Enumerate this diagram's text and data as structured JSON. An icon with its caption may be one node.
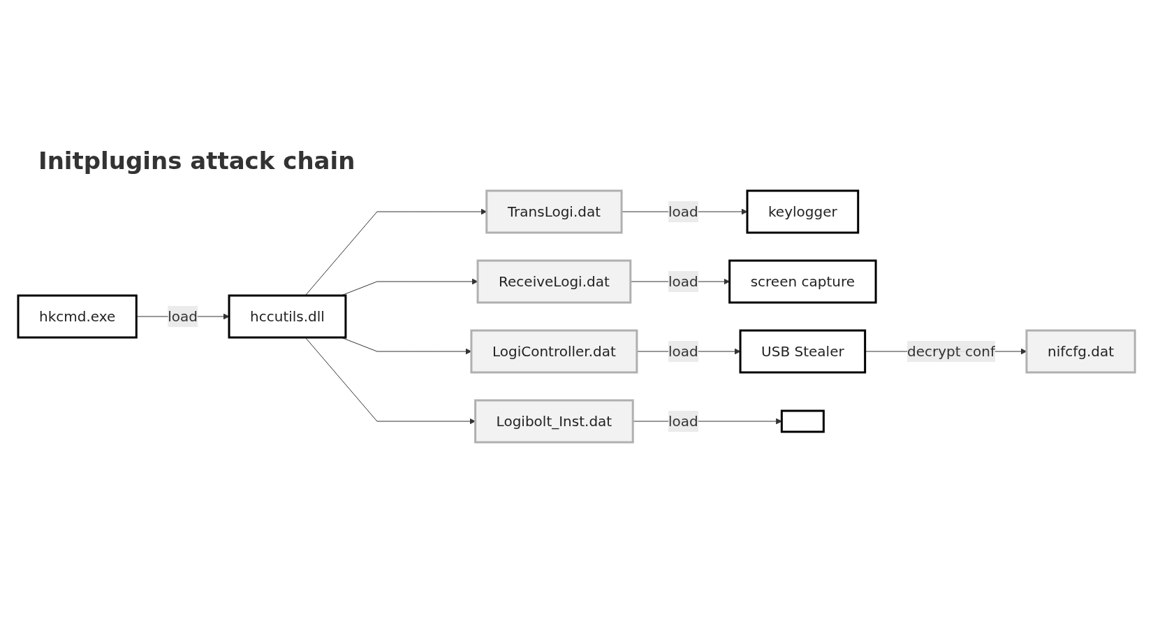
{
  "diagram": {
    "title": "Initplugins attack chain",
    "nodes": [
      {
        "text": [
          "hkcmd.exe"
        ]
      },
      {
        "text": [
          "hccutils.dll"
        ]
      },
      {
        "text": [
          "TransLogi.dat"
        ]
      },
      {
        "text": [
          "keylogger"
        ]
      },
      {
        "text": [
          "ReceiveLogi.dat"
        ]
      },
      {
        "text": [
          "screen capture"
        ]
      },
      {
        "text": [
          "LogiController.dat"
        ]
      },
      {
        "text": [
          "USB Stealer"
        ]
      },
      {
        "text": [
          "nifcfg.dat"
        ]
      },
      {
        "text": [
          "Logibolt_Inst.dat"
        ]
      },
      {
        "text": [],
        "shape": "box"
      }
    ],
    "edges": [
      {
        "from": 0,
        "to": 1,
        "label": "load",
        "arrow": "to"
      },
      {
        "from": 1,
        "to": 2,
        "arrow": "to"
      },
      {
        "from": 1,
        "to": 4,
        "arrow": "to"
      },
      {
        "from": 1,
        "to": 6,
        "arrow": "to"
      },
      {
        "from": 1,
        "to": 9,
        "arrow": "to"
      },
      {
        "from": 2,
        "to": 3,
        "label": "load",
        "arrow": "to"
      },
      {
        "from": 4,
        "to": 5,
        "label": "load",
        "arrow": "to"
      },
      {
        "from": 6,
        "to": 7,
        "label": "load",
        "arrow": "to"
      },
      {
        "from": 7,
        "to": 8,
        "label": "decrypt conf",
        "arrow": "to"
      },
      {
        "from": 9,
        "to": 10,
        "label": "load",
        "arrow": "to"
      }
    ]
  }
}
